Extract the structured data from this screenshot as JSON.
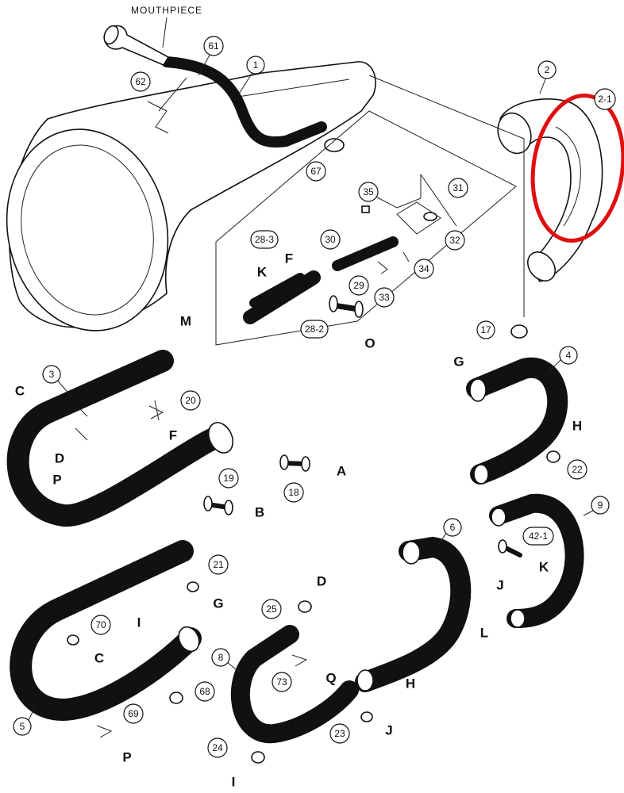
{
  "title": "MOUTHPIECE",
  "highlight_color": "#e01010",
  "parts": [
    {
      "id": "p1",
      "label": "1"
    },
    {
      "id": "p2",
      "label": "2"
    },
    {
      "id": "p2-1",
      "label": "2-1"
    },
    {
      "id": "p3",
      "label": "3"
    },
    {
      "id": "p4",
      "label": "4"
    },
    {
      "id": "p5",
      "label": "5"
    },
    {
      "id": "p6",
      "label": "6"
    },
    {
      "id": "p8",
      "label": "8"
    },
    {
      "id": "p9",
      "label": "9"
    },
    {
      "id": "p17",
      "label": "17"
    },
    {
      "id": "p18",
      "label": "18"
    },
    {
      "id": "p19",
      "label": "19"
    },
    {
      "id": "p20",
      "label": "20"
    },
    {
      "id": "p21",
      "label": "21"
    },
    {
      "id": "p22",
      "label": "22"
    },
    {
      "id": "p23",
      "label": "23"
    },
    {
      "id": "p24",
      "label": "24"
    },
    {
      "id": "p25",
      "label": "25"
    },
    {
      "id": "p28-2",
      "label": "28-2"
    },
    {
      "id": "p28-3",
      "label": "28-3"
    },
    {
      "id": "p29",
      "label": "29"
    },
    {
      "id": "p30",
      "label": "30"
    },
    {
      "id": "p31",
      "label": "31"
    },
    {
      "id": "p32",
      "label": "32"
    },
    {
      "id": "p33",
      "label": "33"
    },
    {
      "id": "p34",
      "label": "34"
    },
    {
      "id": "p35",
      "label": "35"
    },
    {
      "id": "p42-1",
      "label": "42-1"
    },
    {
      "id": "p61",
      "label": "61"
    },
    {
      "id": "p62",
      "label": "62"
    },
    {
      "id": "p67",
      "label": "67"
    },
    {
      "id": "p68",
      "label": "68"
    },
    {
      "id": "p69",
      "label": "69"
    },
    {
      "id": "p70",
      "label": "70"
    },
    {
      "id": "p73",
      "label": "73"
    }
  ],
  "connectors": [
    {
      "id": "M1",
      "label": "M"
    },
    {
      "id": "K1",
      "label": "K"
    },
    {
      "id": "F1",
      "label": "F"
    },
    {
      "id": "O1",
      "label": "O"
    },
    {
      "id": "C1",
      "label": "C"
    },
    {
      "id": "D1",
      "label": "D"
    },
    {
      "id": "P1",
      "label": "P"
    },
    {
      "id": "F2",
      "label": "F"
    },
    {
      "id": "A1",
      "label": "A"
    },
    {
      "id": "B1",
      "label": "B"
    },
    {
      "id": "G1",
      "label": "G"
    },
    {
      "id": "H1",
      "label": "H"
    },
    {
      "id": "G2",
      "label": "G"
    },
    {
      "id": "C2",
      "label": "C"
    },
    {
      "id": "I1",
      "label": "I"
    },
    {
      "id": "D2",
      "label": "D"
    },
    {
      "id": "K2",
      "label": "K"
    },
    {
      "id": "J1",
      "label": "J"
    },
    {
      "id": "L1",
      "label": "L"
    },
    {
      "id": "Q1",
      "label": "Q"
    },
    {
      "id": "H2",
      "label": "H"
    },
    {
      "id": "J2",
      "label": "J"
    },
    {
      "id": "P2",
      "label": "P"
    },
    {
      "id": "I2",
      "label": "I"
    }
  ]
}
